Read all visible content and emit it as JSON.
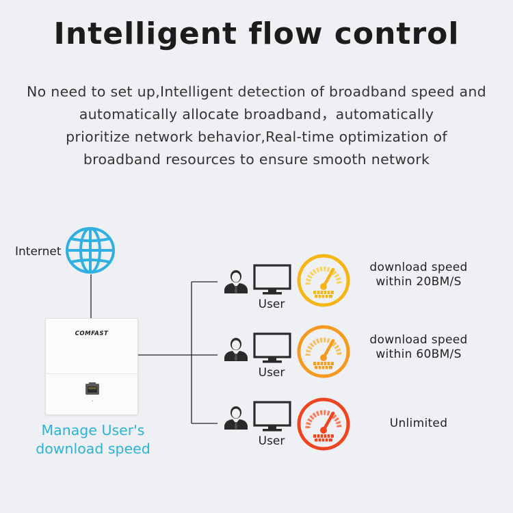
{
  "title": "Intelligent flow control",
  "description": [
    "No need to set up,Intelligent detection of broadband speed and",
    "automatically allocate broadband，automatically",
    "prioritize network behavior,Real-time optimization of",
    "broadband resources to ensure smooth network"
  ],
  "internet_label": "Internet",
  "device": {
    "brand": "COMFAST"
  },
  "manage_label": [
    "Manage User's",
    "download speed"
  ],
  "users": [
    {
      "label": "User",
      "speed": [
        "download speed",
        "within 20BM/S"
      ],
      "gauge_color": "#f5b515",
      "gauge_inner": "#fbd35a"
    },
    {
      "label": "User",
      "speed": [
        "download speed",
        "within 60BM/S"
      ],
      "gauge_color": "#f59a1e",
      "gauge_inner": "#f9be5c"
    },
    {
      "label": "User",
      "speed": [
        "Unlimited"
      ],
      "gauge_color": "#ee4420",
      "gauge_inner": "#f77a53"
    }
  ],
  "colors": {
    "accent": "#2bb2d6",
    "globe": "#2fb0e0",
    "line": "#222222"
  }
}
